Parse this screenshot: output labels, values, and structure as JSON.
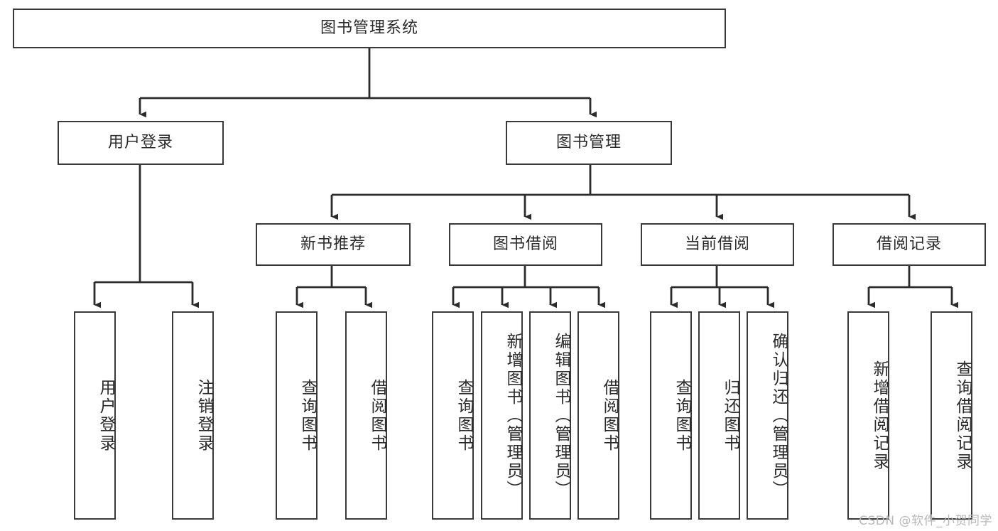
{
  "diagram": {
    "title": "图书管理系统",
    "type": "functional-structure-tree",
    "watermark": "CSDN @软件_小贺同学",
    "colors": {
      "box_border": "#3a3a3a",
      "box_fill": "#ffffff",
      "edge": "#2b2b2b",
      "text": "#2b2b2b",
      "watermark": "#b9b9b9",
      "background": "#ffffff"
    },
    "levels": [
      {
        "level": 1,
        "nodes": [
          {
            "id": "root",
            "label": "图书管理系统",
            "orientation": "horizontal"
          }
        ]
      },
      {
        "level": 2,
        "nodes": [
          {
            "id": "user-login",
            "label": "用户登录",
            "orientation": "horizontal",
            "parent": "root"
          },
          {
            "id": "book-manage",
            "label": "图书管理",
            "orientation": "horizontal",
            "parent": "root"
          }
        ]
      },
      {
        "level": 3,
        "nodes": [
          {
            "id": "new-book-rec",
            "label": "新书推荐",
            "orientation": "horizontal",
            "parent": "book-manage"
          },
          {
            "id": "book-borrow",
            "label": "图书借阅",
            "orientation": "horizontal",
            "parent": "book-manage"
          },
          {
            "id": "current-borrow",
            "label": "当前借阅",
            "orientation": "horizontal",
            "parent": "book-manage"
          },
          {
            "id": "borrow-record",
            "label": "借阅记录",
            "orientation": "horizontal",
            "parent": "book-manage"
          }
        ]
      },
      {
        "level": 4,
        "nodes": [
          {
            "id": "leaf-user-login",
            "label": "用户登录",
            "orientation": "vertical",
            "parent": "user-login"
          },
          {
            "id": "leaf-logout-login",
            "label": "注销登录",
            "orientation": "vertical",
            "parent": "user-login"
          },
          {
            "id": "leaf-query-book-1",
            "label": "查询图书",
            "orientation": "vertical",
            "parent": "new-book-rec"
          },
          {
            "id": "leaf-borrow-book-1",
            "label": "借阅图书",
            "orientation": "vertical",
            "parent": "new-book-rec"
          },
          {
            "id": "leaf-query-book-2",
            "label": "查询图书",
            "orientation": "vertical",
            "parent": "book-borrow"
          },
          {
            "id": "leaf-add-book",
            "label": "新增图书（管理员）",
            "orientation": "vertical",
            "parent": "book-borrow"
          },
          {
            "id": "leaf-edit-book",
            "label": "编辑图书（管理员）",
            "orientation": "vertical",
            "parent": "book-borrow"
          },
          {
            "id": "leaf-borrow-book-2",
            "label": "借阅图书",
            "orientation": "vertical",
            "parent": "book-borrow"
          },
          {
            "id": "leaf-query-book-3",
            "label": "查询图书",
            "orientation": "vertical",
            "parent": "current-borrow"
          },
          {
            "id": "leaf-return-book",
            "label": "归还图书",
            "orientation": "vertical",
            "parent": "current-borrow"
          },
          {
            "id": "leaf-confirm-return",
            "label": "确认归还（管理员）",
            "orientation": "vertical",
            "parent": "current-borrow"
          },
          {
            "id": "leaf-add-record",
            "label": "新增借阅记录",
            "orientation": "vertical",
            "parent": "borrow-record"
          },
          {
            "id": "leaf-query-record",
            "label": "查询借阅记录",
            "orientation": "vertical",
            "parent": "borrow-record"
          }
        ]
      }
    ]
  }
}
